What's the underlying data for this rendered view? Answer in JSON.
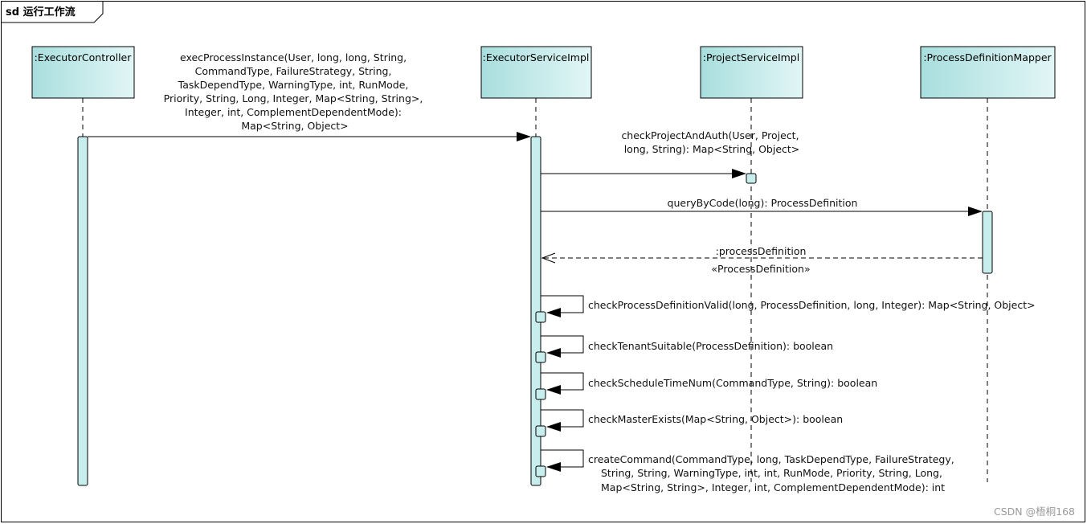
{
  "frame": {
    "title": "sd 运行工作流"
  },
  "lifelines": [
    {
      "id": "ctrl",
      "label": ":ExecutorController"
    },
    {
      "id": "svc",
      "label": ":ExecutorServiceImpl"
    },
    {
      "id": "proj",
      "label": ":ProjectServiceImpl"
    },
    {
      "id": "mapper",
      "label": ":ProcessDefinitionMapper"
    }
  ],
  "messages": [
    {
      "id": "execProcessInstance",
      "from": "ctrl",
      "to": "svc",
      "kind": "sync",
      "lines": [
        "execProcessInstance(User, long, long, String,",
        "CommandType, FailureStrategy, String,",
        "TaskDependType, WarningType, int, RunMode,",
        "Priority, String, Long, Integer, Map<String, String>,",
        "Integer, int, ComplementDependentMode):",
        "Map<String, Object>"
      ]
    },
    {
      "id": "checkProjectAndAuth",
      "from": "svc",
      "to": "proj",
      "kind": "sync",
      "lines": [
        "checkProjectAndAuth(User, Project,",
        "long, String): Map<String, Object>"
      ]
    },
    {
      "id": "queryByCode",
      "from": "svc",
      "to": "mapper",
      "kind": "sync",
      "lines": [
        "queryByCode(long): ProcessDefinition"
      ]
    },
    {
      "id": "processDefinitionReturn",
      "from": "mapper",
      "to": "svc",
      "kind": "return",
      "lines": [
        ":processDefinition"
      ],
      "stereotype": "«ProcessDefinition»"
    },
    {
      "id": "checkProcessDefinitionValid",
      "from": "svc",
      "to": "svc",
      "kind": "self",
      "lines": [
        "checkProcessDefinitionValid(long, ProcessDefinition, long, Integer): Map<String, Object>"
      ]
    },
    {
      "id": "checkTenantSuitable",
      "from": "svc",
      "to": "svc",
      "kind": "self",
      "lines": [
        "checkTenantSuitable(ProcessDefinition): boolean"
      ]
    },
    {
      "id": "checkScheduleTimeNum",
      "from": "svc",
      "to": "svc",
      "kind": "self",
      "lines": [
        "checkScheduleTimeNum(CommandType, String): boolean"
      ]
    },
    {
      "id": "checkMasterExists",
      "from": "svc",
      "to": "svc",
      "kind": "self",
      "lines": [
        "checkMasterExists(Map<String, Object>): boolean"
      ]
    },
    {
      "id": "createCommand",
      "from": "svc",
      "to": "svc",
      "kind": "self",
      "lines": [
        "createCommand(CommandType, long, TaskDependType, FailureStrategy,",
        "String, String, WarningType, int, int, RunMode, Priority, String, Long,",
        "Map<String, String>, Integer, int, ComplementDependentMode): int"
      ]
    }
  ],
  "colors": {
    "head_fill": "#bfe8e8",
    "activation_fill": "#c8eded",
    "line": "#000000"
  },
  "watermark": "CSDN @梧桐168"
}
